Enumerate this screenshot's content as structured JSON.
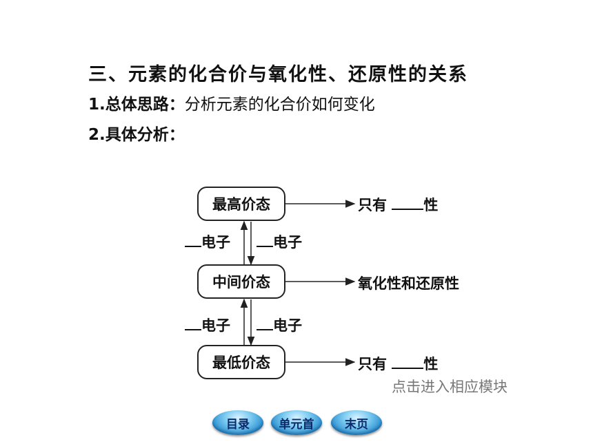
{
  "heading": "三、元素的化合价与氧化性、还原性的关系",
  "line1": {
    "label": "1.总体思路：",
    "text": "分析元素的化合价如何变化"
  },
  "line2": {
    "label": "2.具体分析："
  },
  "diagram": {
    "boxes": {
      "high": "最高价态",
      "mid": "中间价态",
      "low": "最低价态"
    },
    "outcomes": {
      "high_prefix": "只有",
      "high_suffix": "性",
      "mid": "氧化性和还原性",
      "low_prefix": "只有",
      "low_suffix": "性"
    },
    "electron_label": "电子"
  },
  "watermark": "点击进入相应模块",
  "nav": {
    "toc": "目录",
    "unit": "单元首",
    "end": "末页"
  }
}
